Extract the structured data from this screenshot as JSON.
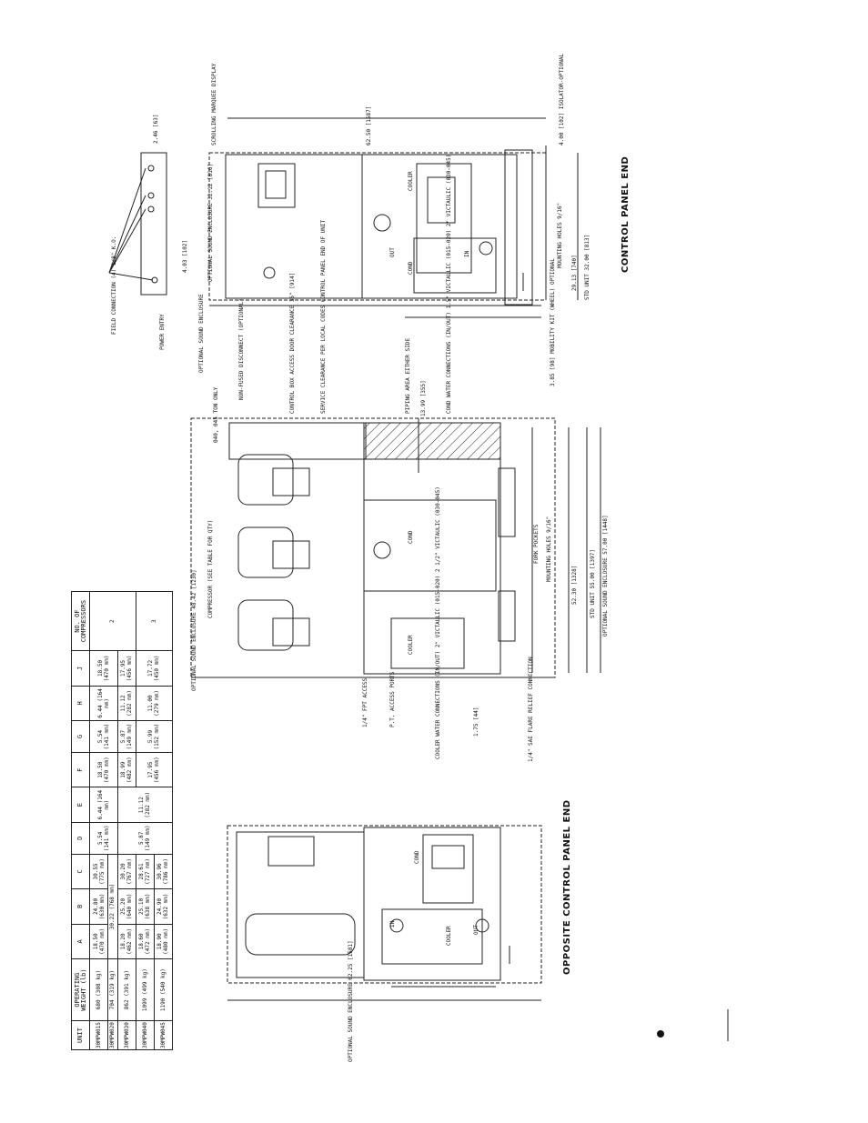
{
  "titles": {
    "control_panel_end": "CONTROL PANEL END",
    "opposite_control_panel_end": "OPPOSITE CONTROL PANEL END"
  },
  "table": {
    "headers": [
      "UNIT",
      "OPERATING WEIGHT (lb)",
      "A",
      "B",
      "C",
      "D",
      "E",
      "F",
      "G",
      "H",
      "J",
      "NO. OF COMPRESSORS"
    ],
    "rows": [
      {
        "unit": "30MPW015",
        "weight": "680 (308 kg)",
        "A": "18.50 (470 mm)",
        "B": "24.80 (630 mm)",
        "C": "30.55 (775 mm)",
        "D": "5.54 (141 mm)",
        "E": "6.44 (164 mm)",
        "F": "18.50 (470 mm)",
        "G": "5.54 (141 mm)",
        "H": "6.44 (164 mm)",
        "J": "18.50 (470 mm)"
      },
      {
        "unit": "30MPW020",
        "weight": "704 (319 kg)",
        "A": "",
        "B": "",
        "C": "",
        "D": "",
        "E": "",
        "F": "",
        "G": "",
        "H": "",
        "J": ""
      },
      {
        "unit": "30MPW030",
        "weight": "862 (391 kg)",
        "A": "18.20 (462 mm)",
        "B": "25.20 (640 mm)",
        "C": "30.20 (767 mm)",
        "D": "",
        "E": "",
        "F": "18.99 (482 mm)",
        "G": "5.87 (149 mm)",
        "H": "11.12 (282 mm)",
        "J": "17.95 (456 mm)"
      },
      {
        "unit": "30MPW040",
        "weight": "1099 (499 kg)",
        "A": "18.60 (472 mm)",
        "B": "25.10 (638 mm)",
        "C": "28.61 (727 mm)",
        "D": "5.87 (149 mm)",
        "E": "11.12 (282 mm)",
        "F": "",
        "G": "",
        "H": "",
        "J": ""
      },
      {
        "unit": "30MPW045",
        "weight": "1190 (540 kg)",
        "A": "18.90 (480 mm)",
        "B": "24.90 (632 mm)",
        "C": "30.96 (786 mm)",
        "D": "",
        "E": "",
        "F": "17.95 (456 mm)",
        "G": "5.99 (152 mm)",
        "H": "11.00 (279 mm)",
        "J": "17.72 (450 mm)"
      }
    ],
    "extra_c": "30.22 (768 mm)",
    "compressors": [
      "2",
      "3"
    ]
  },
  "labels": {
    "field_connection": "FIELD CONNECTION (4) 1/8\" K.O.",
    "power_entry": "POWER ENTRY",
    "optional_sound_enclosure": "OPTIONAL SOUND ENCLOSURE",
    "non_fused_disconnect": "NON-FUSED DISCONNECT (OPTIONAL)",
    "control_box_access": "CONTROL BOX ACCESS DOOR CLEARANCE 36\" [914]",
    "service_clearance": "SERVICE CLEARANCE PER LOCAL CODES CONTROL PANEL END OF UNIT",
    "piping_area": "PIPING AREA EITHER SIDE",
    "cond_water_connections": "COND WATER CONNECTIONS (IN/OUT) 1.5\" VICTAULIC (015-020) 2\" VICTAULIC (030-045)",
    "compressor_note": "COMPRESSOR (SEE TABLE FOR QTY)",
    "ton_only": "040, 045 TON ONLY",
    "fpt_access": "1/4\" FPT ACCESS",
    "pt_access": "P.T. ACCESS PORTS",
    "cooler_water_connections": "COOLER WATER CONNECTIONS (IN/OUT) 2\" VICTAULIC (015-020) 2 1/2\" VICTAULIC (030-045)",
    "sae_flare": "1/4\" SAE FLARE RELIEF CONNECTION",
    "scrolling_marquee": "SCROLLING MARQUEE DISPLAY",
    "isolator_optional": "4.00 [102] ISOLATOR-OPTIONAL",
    "mobility_kit": "3.85 [98] MOBILITY KIT (WHEEL) OPTIONAL",
    "mounting_holes_cp": "MOUNTING HOLES 9/16\"",
    "fork_pockets": "FORK POCKETS",
    "mounting_holes_side": "MOUNTING HOLES 9/16\"",
    "cooler": "COOLER",
    "cond": "COND",
    "in": "IN",
    "out": "OUT"
  },
  "dims": {
    "d_62_50": "62.50 [1587]",
    "d_2_46": "2.46 [63]",
    "d_4_03": "4.03 [102]",
    "d_opt_32_12": "OPTIONAL SOUND ENCLOSURE 32.12 [816]",
    "d_29_13": "29.13 [740]",
    "d_std_32": "STD UNIT 32.00 [813]",
    "d_opt_48_42": "OPTIONAL SOUND ENCLOSURE 48.42 [1230]",
    "d_13_99": "13.99 [355]",
    "d_1_75": "1.75 [44]",
    "d_52_30": "52.30 [1328]",
    "d_std_55": "STD UNIT 55.00 [1397]",
    "d_opt_57": "OPTIONAL SOUND ENCLOSURE 57.00 [1448]",
    "d_opt_62_25": "OPTIONAL SOUND ENCLOSURE 62.25 [1581]"
  }
}
